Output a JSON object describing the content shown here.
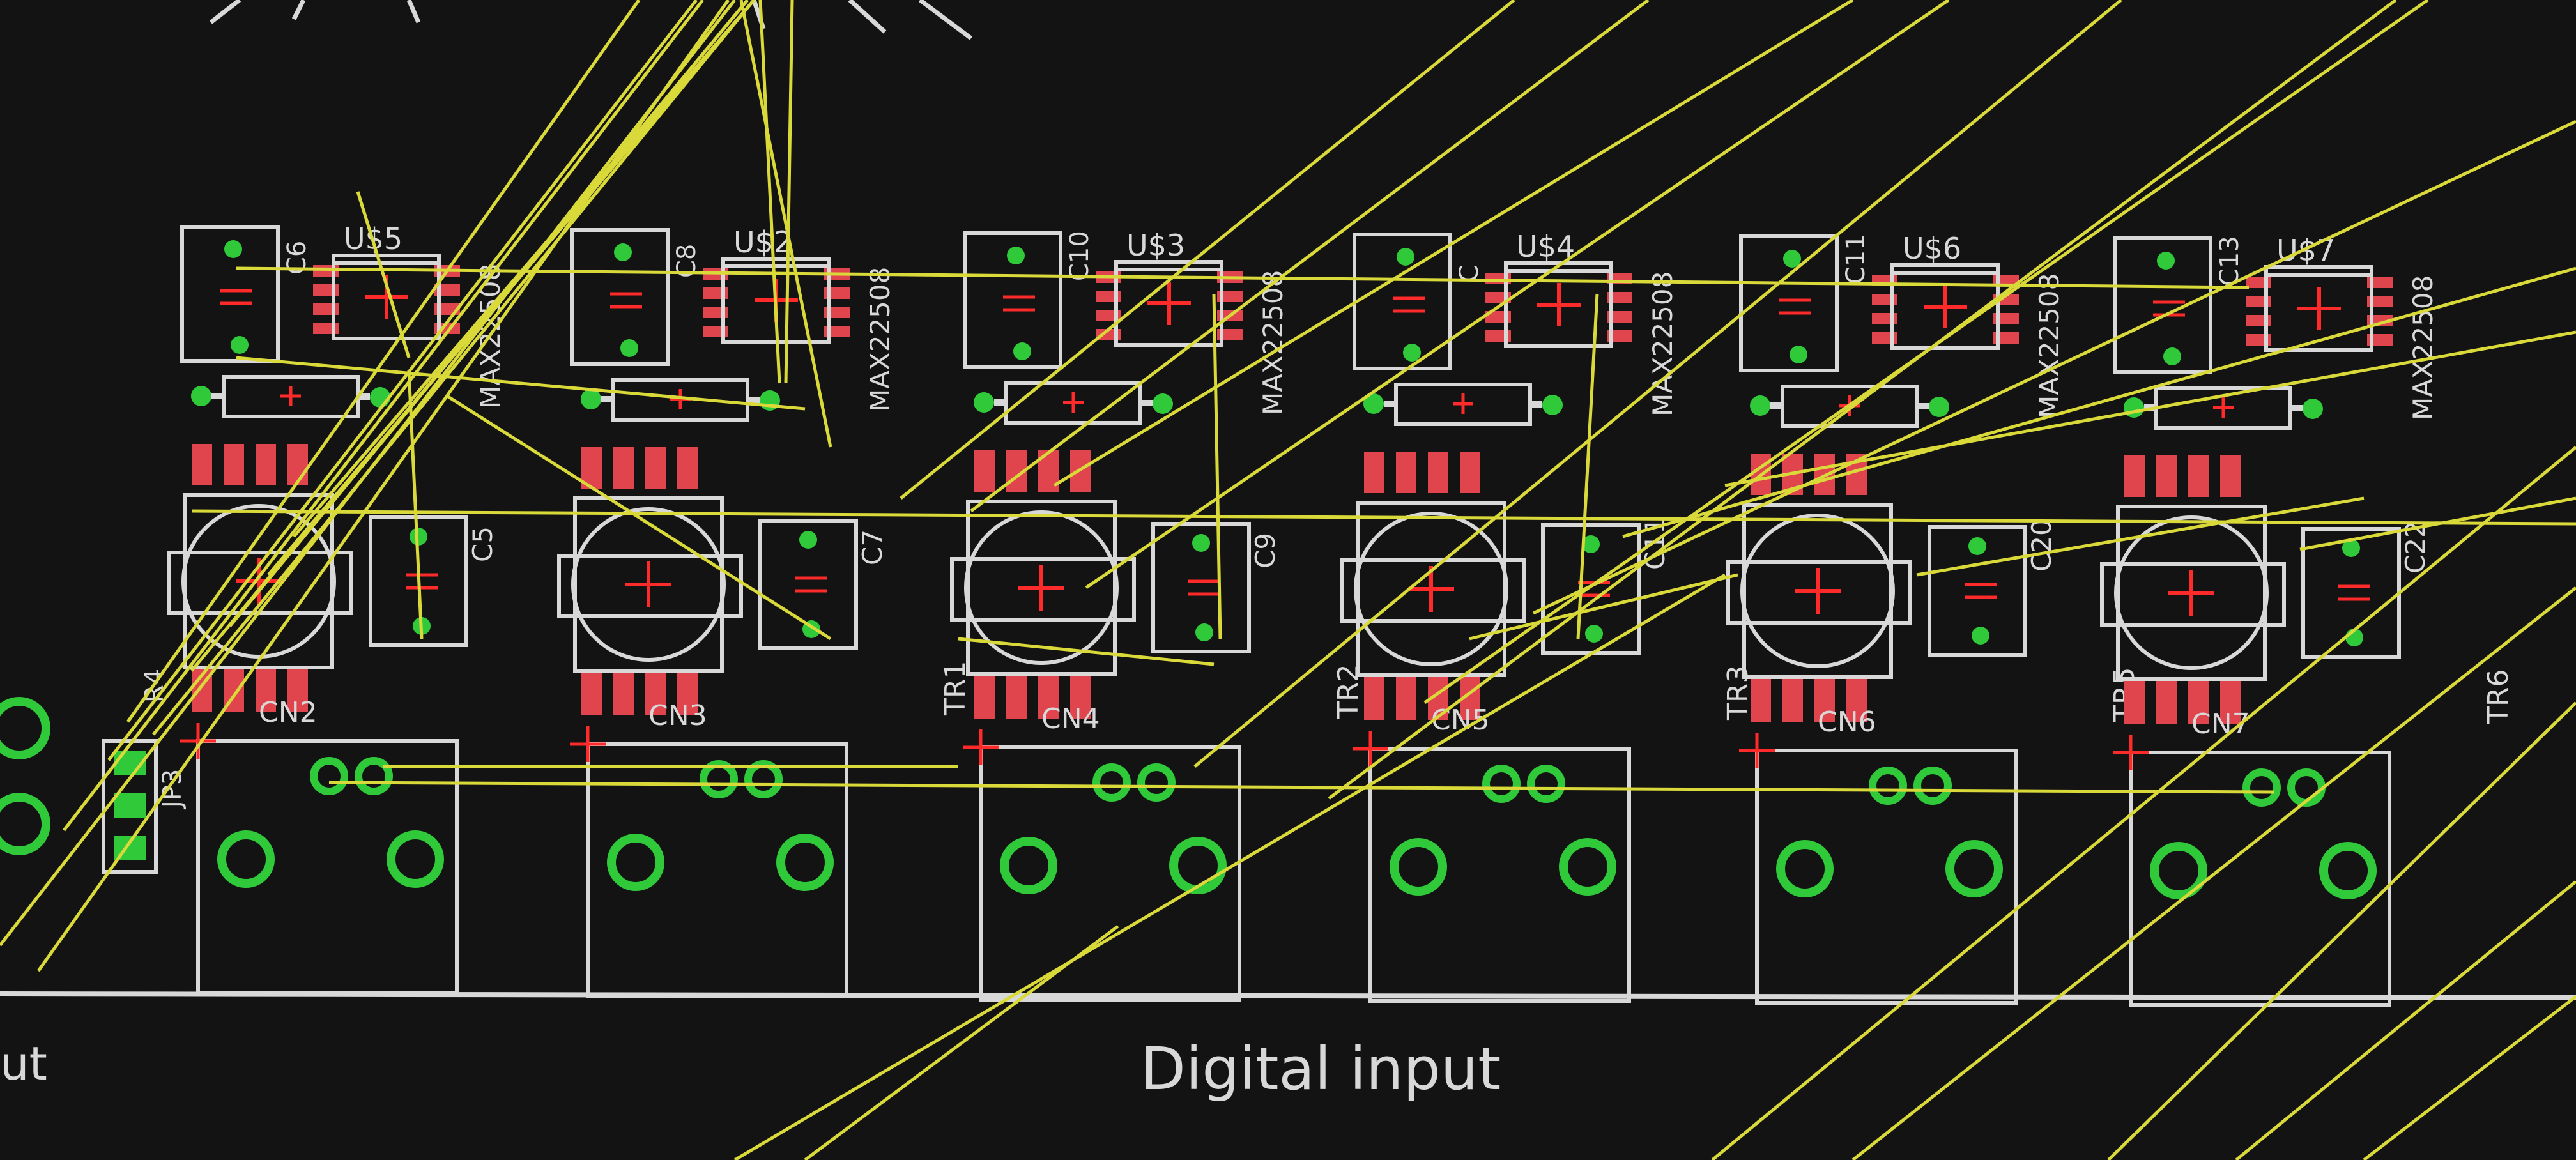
{
  "view": {
    "kind": "pcb-board-editor",
    "board_label": "Digital input",
    "edge_label_fragment": "ut",
    "colors": {
      "background": "#131313",
      "silkscreen": "#d8d8d8",
      "smd_pad": "#e0454e",
      "through_hole_pad": "#2fc93a",
      "airwire": "#d9d93a",
      "origin_cross": "#ff2a2a"
    }
  },
  "side_parts": {
    "header": "JP3",
    "resistor": "R4"
  },
  "channels": [
    {
      "cap_top": "C6",
      "ic": "U$5",
      "ic_value": "MAX22508",
      "cap_side": "C5",
      "transformer": "",
      "connector": "CN2"
    },
    {
      "cap_top": "C8",
      "ic": "U$2",
      "ic_value": "MAX22508",
      "cap_side": "C7",
      "transformer": "TR1",
      "connector": "CN3"
    },
    {
      "cap_top": "C10",
      "ic": "U$3",
      "ic_value": "MAX22508",
      "cap_side": "C9",
      "transformer": "TR2",
      "connector": "CN4"
    },
    {
      "cap_top": "C",
      "ic": "U$4",
      "ic_value": "MAX22508",
      "cap_side": "C11",
      "transformer": "TR3",
      "connector": "CN5"
    },
    {
      "cap_top": "C11",
      "ic": "U$6",
      "ic_value": "MAX22508",
      "cap_side": "C20",
      "transformer": "TR5",
      "connector": "CN6"
    },
    {
      "cap_top": "C13",
      "ic": "U$7",
      "ic_value": "MAX22508",
      "cap_side": "C22",
      "transformer": "TR6",
      "connector": "CN7"
    }
  ]
}
